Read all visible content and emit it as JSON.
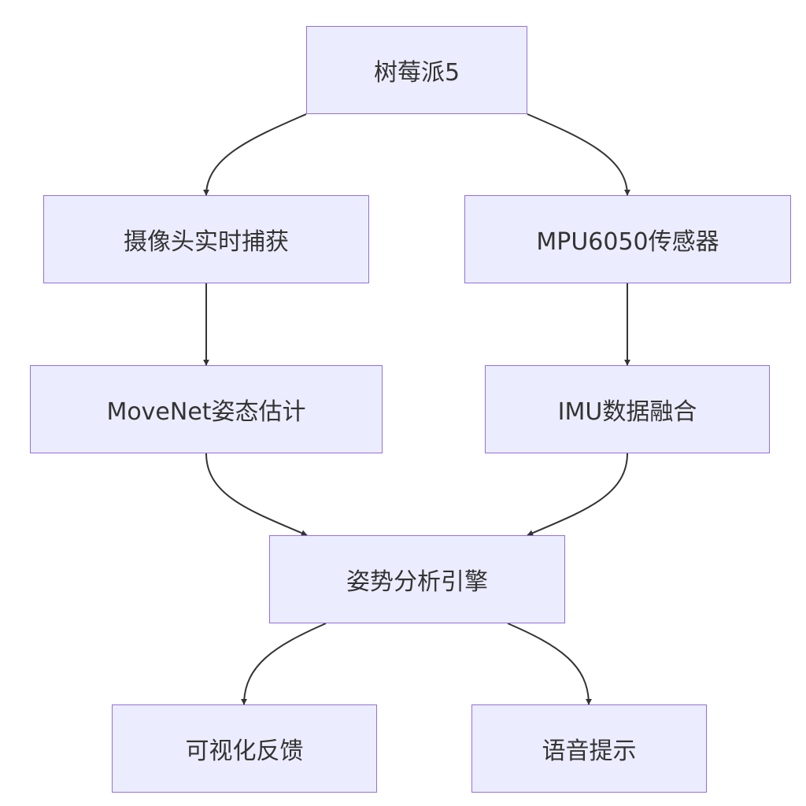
{
  "colors": {
    "node_fill": "#ececff",
    "node_border": "#9370db",
    "edge": "#333333",
    "text": "#333333"
  },
  "nodes": {
    "raspberry_pi": {
      "label": "树莓派5"
    },
    "camera": {
      "label": "摄像头实时捕获"
    },
    "mpu6050": {
      "label": "MPU6050传感器"
    },
    "movenet": {
      "label": "MoveNet姿态估计"
    },
    "imu_fusion": {
      "label": "IMU数据融合"
    },
    "pose_engine": {
      "label": "姿势分析引擎"
    },
    "visual_feedback": {
      "label": "可视化反馈"
    },
    "voice_prompt": {
      "label": "语音提示"
    }
  },
  "edges": [
    {
      "from": "raspberry_pi",
      "to": "camera"
    },
    {
      "from": "raspberry_pi",
      "to": "mpu6050"
    },
    {
      "from": "camera",
      "to": "movenet"
    },
    {
      "from": "mpu6050",
      "to": "imu_fusion"
    },
    {
      "from": "movenet",
      "to": "pose_engine"
    },
    {
      "from": "imu_fusion",
      "to": "pose_engine"
    },
    {
      "from": "pose_engine",
      "to": "visual_feedback"
    },
    {
      "from": "pose_engine",
      "to": "voice_prompt"
    }
  ]
}
